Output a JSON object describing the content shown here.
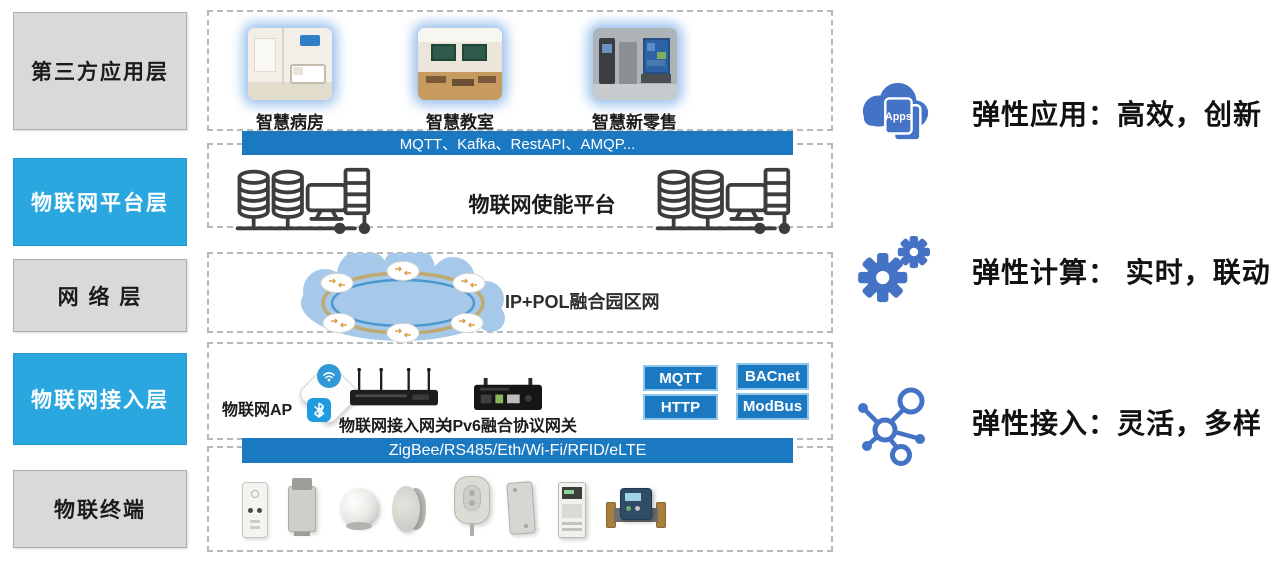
{
  "layers": {
    "app": {
      "label": "第三方应用层"
    },
    "platform": {
      "label": "物联网平台层"
    },
    "network": {
      "label": "网 络 层"
    },
    "access": {
      "label": "物联网接入层"
    },
    "terminal": {
      "label": "物联终端"
    }
  },
  "app_layer": {
    "scenes": [
      {
        "label": "智慧病房",
        "icon": "smart-ward-photo"
      },
      {
        "label": "智慧教室",
        "icon": "smart-classroom-photo"
      },
      {
        "label": "智慧新零售",
        "icon": "smart-retail-photo"
      }
    ],
    "protocol_bar": "MQTT、Kafka、RestAPI、AMQP..."
  },
  "platform_layer": {
    "title": "物联网使能平台",
    "icons": [
      "server-cluster-icon",
      "server-cluster-icon"
    ]
  },
  "network_layer": {
    "label": "IP+POL融合园区网",
    "icon": "campus-network-cloud"
  },
  "access_layer": {
    "ap_label": "物联网AP",
    "gateway_label": "物联网接入网关",
    "ipv6_gateway_label": "IPv6融合协议网关",
    "protocols": [
      "MQTT",
      "BACnet",
      "HTTP",
      "ModBus"
    ],
    "access_bar": "ZigBee/RS485/Eth/Wi-Fi/RFID/eLTE"
  },
  "terminal_layer": {
    "devices": [
      "smart-socket-panel",
      "box-sensor",
      "dome-light-sensor",
      "round-sensor",
      "wireless-sensor",
      "door-panel-sensor",
      "electric-meter",
      "ultrasonic-water-meter"
    ]
  },
  "right_panel": {
    "items": [
      {
        "icon": "cloud-apps-icon",
        "apps_label": "Apps",
        "text": "弹性应用：高效，创新"
      },
      {
        "icon": "gears-icon",
        "text": "弹性计算： 实时，联动"
      },
      {
        "icon": "network-nodes-icon",
        "text": "弹性接入：灵活，多样"
      }
    ]
  },
  "colors": {
    "layer_blue": "#2ba7e0",
    "layer_gray": "#d9d9d9",
    "bar_blue": "#1b79c2",
    "chip_border": "#8ec6ec",
    "right_icon_blue": "#4472c4",
    "cloud_fill": "#a6c9e9",
    "ring_outer": "#c0a96f",
    "ring_inner": "#4a98d2"
  }
}
